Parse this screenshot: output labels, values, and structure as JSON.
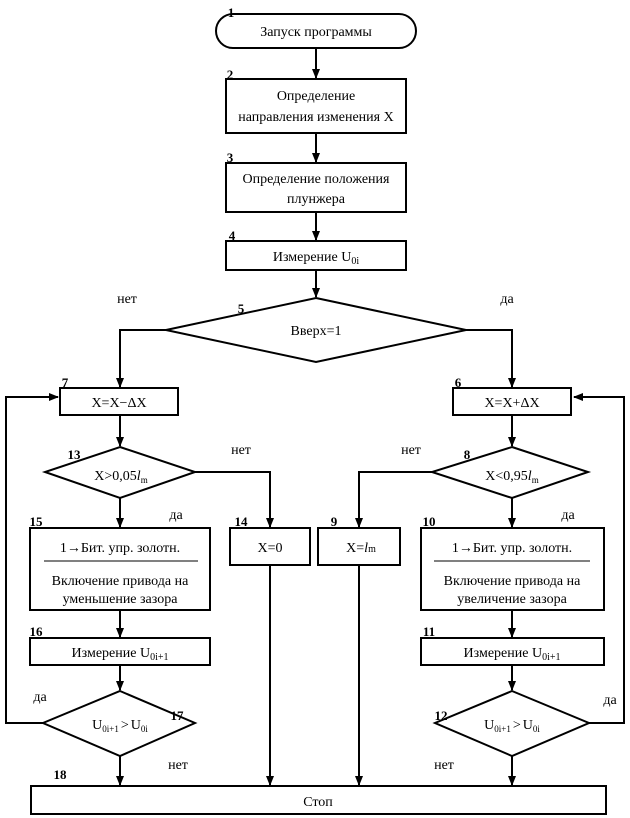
{
  "blocks": {
    "b1": {
      "num": "1",
      "text": "Запуск программы"
    },
    "b2": {
      "num": "2",
      "line1": "Определение",
      "line2": "направления изменения X"
    },
    "b3": {
      "num": "3",
      "line1": "Определение положения",
      "line2": "плунжера"
    },
    "b4": {
      "num": "4",
      "text_main": "Измерение U",
      "text_sub": "0i"
    },
    "b5": {
      "num": "5",
      "text": "Вверх=1"
    },
    "b6": {
      "num": "6",
      "text": "X=X+ΔX"
    },
    "b7": {
      "num": "7",
      "text": "X=X−ΔX"
    },
    "b8": {
      "num": "8",
      "text_pre": "X<0,95",
      "text_l": "l",
      "text_sub": "m"
    },
    "b9": {
      "num": "9",
      "text_pre": "X=",
      "text_l": "l",
      "text_sub": "m"
    },
    "b10": {
      "num": "10",
      "line1": "1→Бит. упр. золотн.",
      "line2": "Включение привода на",
      "line3": "увеличение зазора"
    },
    "b11": {
      "num": "11",
      "text_main": "Измерение U",
      "text_sub": "0i+1"
    },
    "b12": {
      "num": "12",
      "u1": "U",
      "u1_sub": "0i+1",
      "op": ">",
      "u2": "U",
      "u2_sub": "0i"
    },
    "b13": {
      "num": "13",
      "text_pre": "X>0,05",
      "text_l": "l",
      "text_sub": "m"
    },
    "b14": {
      "num": "14",
      "text": "X=0"
    },
    "b15": {
      "num": "15",
      "line1": "1→Бит. упр. золотн.",
      "line2": "Включение привода на",
      "line3": "уменьшение зазора"
    },
    "b16": {
      "num": "16",
      "text_main": "Измерение U",
      "text_sub": "0i+1"
    },
    "b17": {
      "num": "17",
      "u1": "U",
      "u1_sub": "0i+1",
      "op": ">",
      "u2": "U",
      "u2_sub": "0i"
    },
    "b18": {
      "num": "18",
      "text": "Стоп"
    }
  },
  "edge_labels": {
    "no_5": "нет",
    "yes_5": "да",
    "no_13": "нет",
    "yes_13": "да",
    "no_8": "нет",
    "yes_8": "да",
    "yes_17": "да",
    "no_17": "нет",
    "yes_12": "да",
    "no_12": "нет"
  }
}
